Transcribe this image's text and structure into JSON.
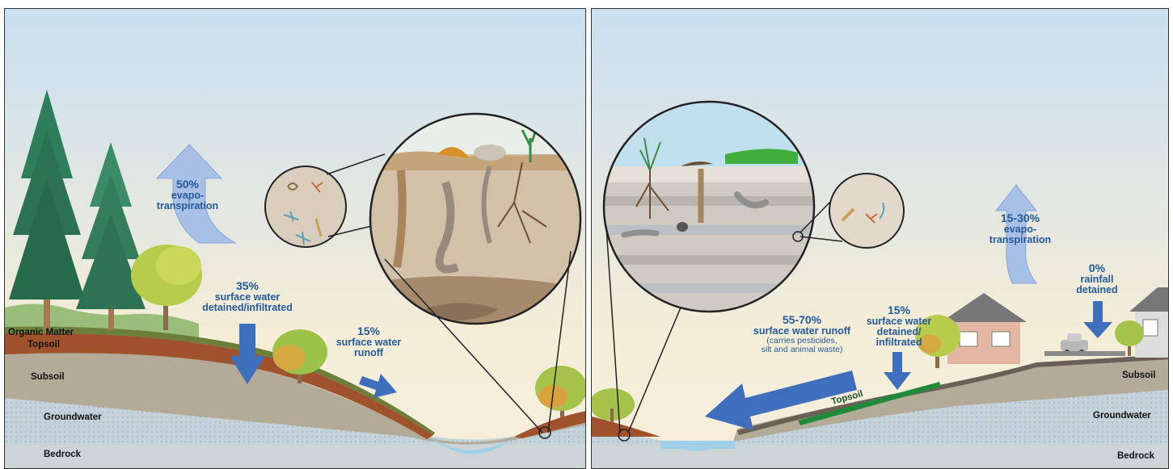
{
  "left_panel": {
    "evapotranspiration": {
      "percent": "50%",
      "text1": "evapo-",
      "text2": "transpiration"
    },
    "detained": {
      "percent": "35%",
      "text1": "surface water",
      "text2": "detained/infiltrated"
    },
    "runoff": {
      "percent": "15%",
      "text1": "surface water",
      "text2": "runoff"
    },
    "layers": {
      "organic_matter": "Organic Matter",
      "topsoil": "Topsoil",
      "subsoil": "Subsoil",
      "groundwater": "Groundwater",
      "bedrock": "Bedrock"
    }
  },
  "right_panel": {
    "evapotranspiration": {
      "percent": "15-30%",
      "text1": "evapo-",
      "text2": "transpiration"
    },
    "rainfall": {
      "percent": "0%",
      "text1": "rainfall",
      "text2": "detained"
    },
    "detained": {
      "percent": "15%",
      "text1": "surface water",
      "text2": "detained/",
      "text3": "infiltrated"
    },
    "runoff": {
      "percent": "55-70%",
      "text1": "surface water runoff",
      "note1": "(carries pesticides,",
      "note2": "silt and animal waste)"
    },
    "layers": {
      "topsoil": "Topsoil",
      "subsoil": "Subsoil",
      "groundwater": "Groundwater",
      "bedrock": "Bedrock"
    }
  },
  "colors": {
    "sky_top": "#c9dff0",
    "sky_bottom": "#f4edd7",
    "label_blue": "#245a98",
    "arrow_blue": "#3d6fbd",
    "arrow_light": "#a8bfe6",
    "topsoil": "#a0522d",
    "subsoil": "#b4aa98",
    "groundwater": "#c9d7de",
    "bedrock": "#cdd4d8",
    "tree": "#2e7d5b"
  }
}
